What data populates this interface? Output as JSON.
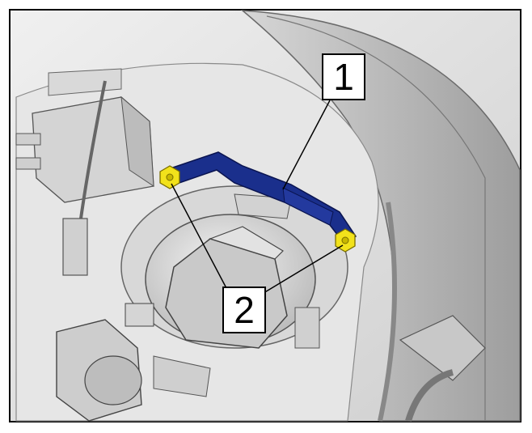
{
  "figure": {
    "callouts": [
      {
        "label": "1",
        "refers_to": "bracket"
      },
      {
        "label": "2",
        "refers_to": "nuts"
      }
    ],
    "colors": {
      "bracket": "#1a2f8c",
      "nut": "#f2e21b",
      "background_part": "#e2e2e2",
      "frame": "#000000"
    }
  }
}
